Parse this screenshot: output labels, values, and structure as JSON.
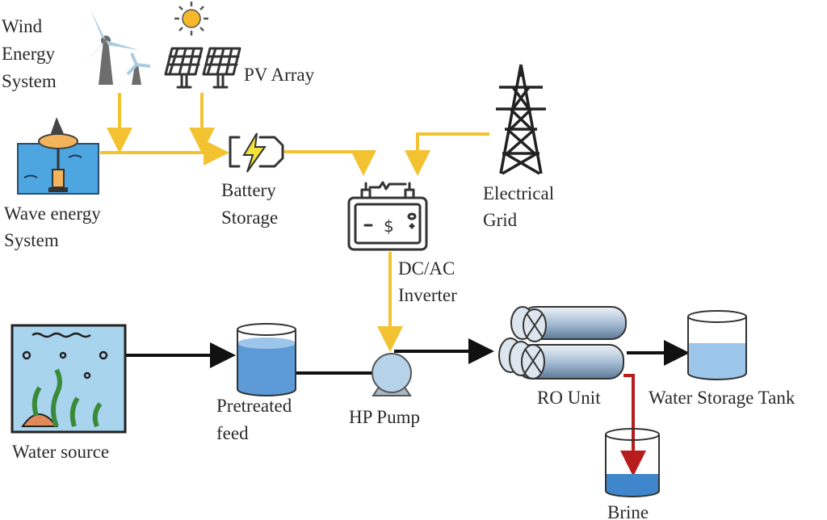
{
  "colors": {
    "power_line": "#f2c230",
    "water_line": "#111111",
    "brine_line": "#b81c1c",
    "water": "#9cc6ea",
    "brine_water": "#3f86cc"
  },
  "labels": {
    "wind": [
      "Wind",
      "Energy",
      "System"
    ],
    "pv": "PV Array",
    "wave": [
      "Wave energy",
      "System"
    ],
    "battery": [
      "Battery",
      "Storage"
    ],
    "grid": [
      "Electrical",
      "Grid"
    ],
    "inverter": [
      "DC/AC",
      "Inverter"
    ],
    "water_source": "Water source",
    "pretreated": [
      "Pretreated",
      "feed"
    ],
    "pump": "HP Pump",
    "ro": "RO Unit",
    "storage_tank": "Water Storage Tank",
    "brine": "Brine"
  },
  "icons": [
    "wind-turbine-icon",
    "sun-icon",
    "solar-panel-icon",
    "wave-buoy-icon",
    "battery-icon",
    "inverter-icon",
    "transmission-tower-icon",
    "water-source-icon",
    "tank-icon",
    "pump-icon",
    "ro-membrane-icon"
  ]
}
